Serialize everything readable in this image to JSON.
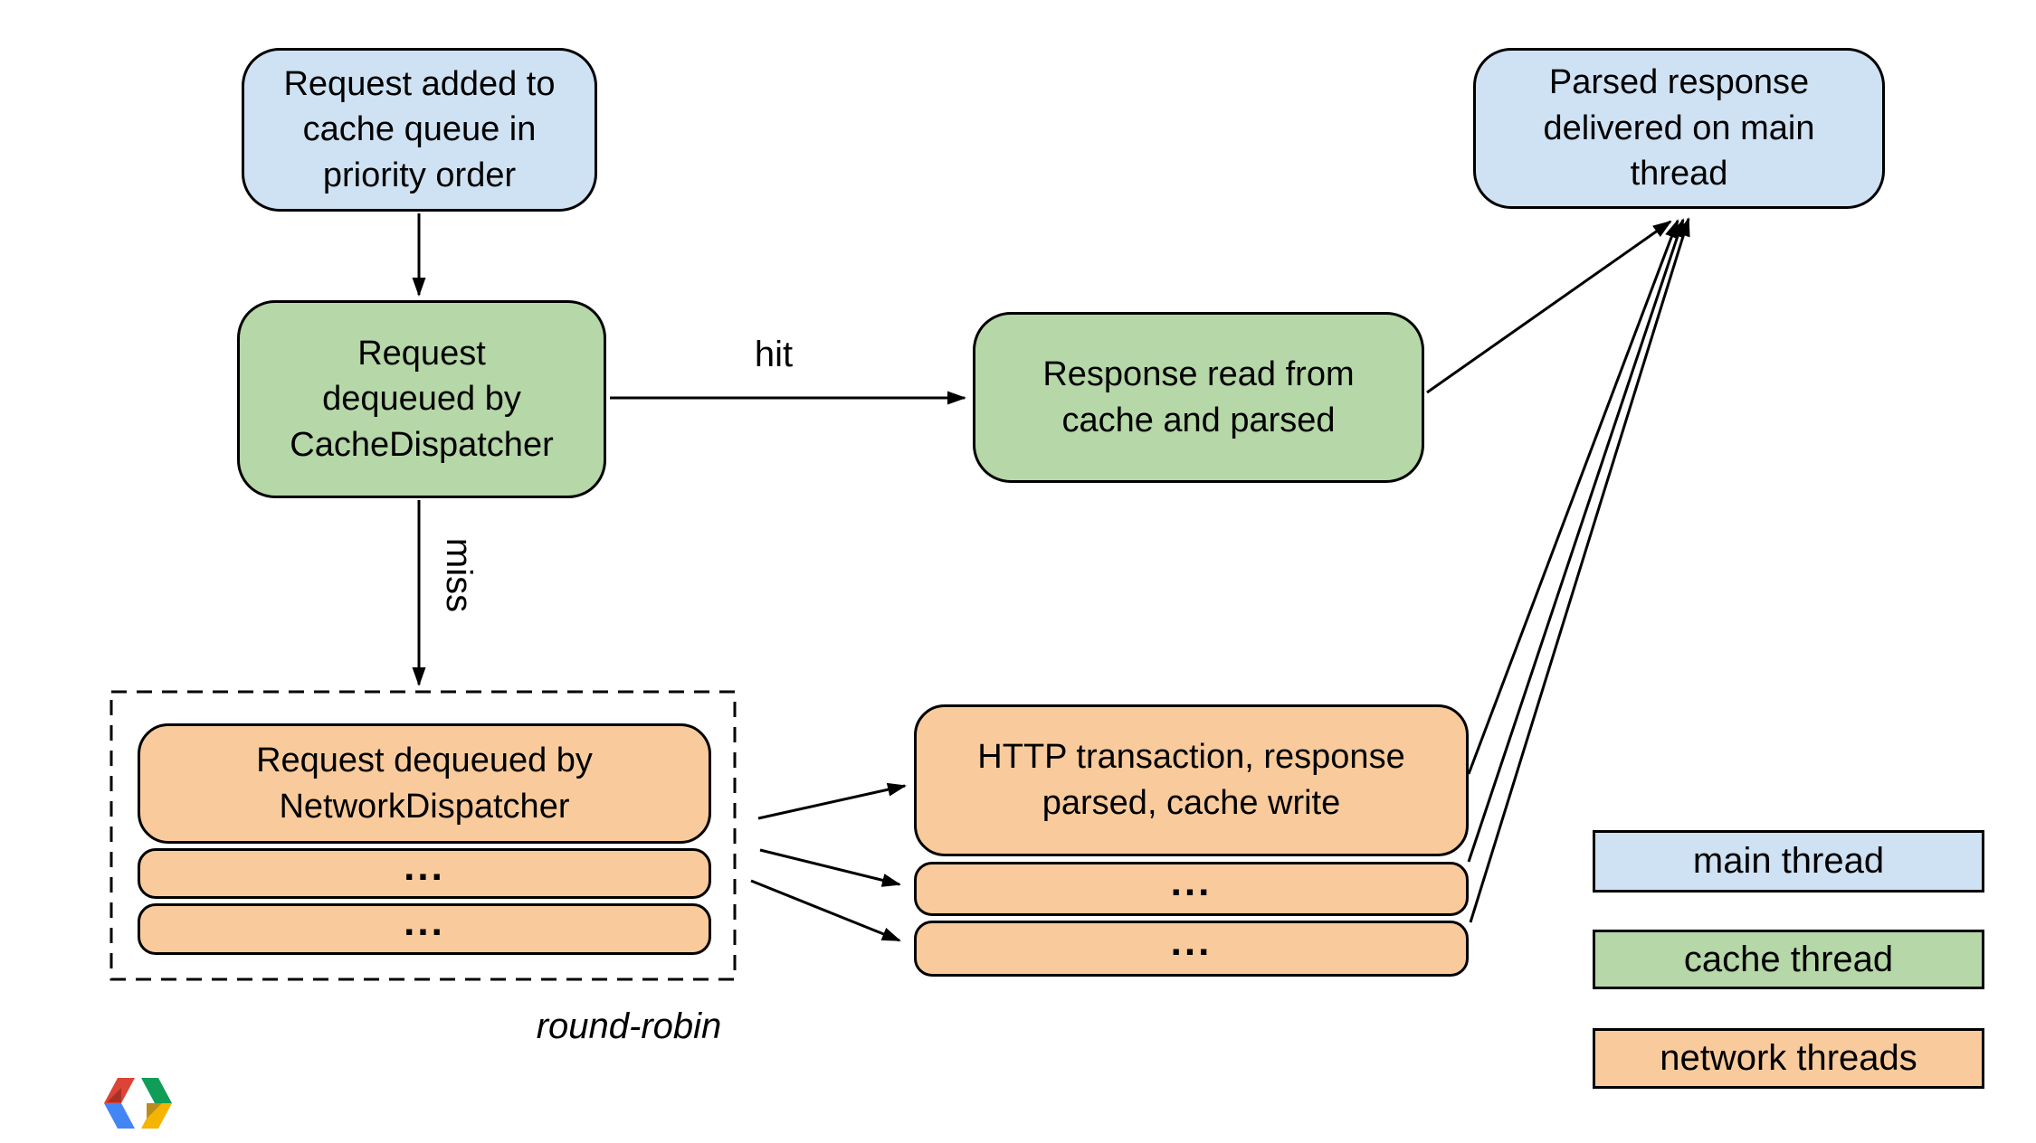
{
  "diagram": {
    "nodes": {
      "request_added": {
        "label": "Request added to\ncache queue in\npriority order",
        "thread": "main"
      },
      "cache_dequeue": {
        "label": "Request\ndequeued by\nCacheDispatcher",
        "thread": "cache"
      },
      "cache_hit_read": {
        "label": "Response read from\ncache and parsed",
        "thread": "cache"
      },
      "parsed_delivered": {
        "label": "Parsed response\ndelivered on main\nthread",
        "thread": "main"
      },
      "network_dequeue": {
        "label": "Request dequeued by\nNetworkDispatcher",
        "thread": "network"
      },
      "network_dequeue_more_1": {
        "label": "...",
        "thread": "network"
      },
      "network_dequeue_more_2": {
        "label": "...",
        "thread": "network"
      },
      "http_transaction": {
        "label": "HTTP transaction, response\nparsed, cache write",
        "thread": "network"
      },
      "http_transaction_more_1": {
        "label": "...",
        "thread": "network"
      },
      "http_transaction_more_2": {
        "label": "...",
        "thread": "network"
      }
    },
    "edge_labels": {
      "hit": "hit",
      "miss": "miss"
    },
    "annotations": {
      "round_robin": "round-robin"
    },
    "legend": [
      {
        "label": "main thread",
        "color": "#cfe2f3"
      },
      {
        "label": "cache thread",
        "color": "#b6d7a8"
      },
      {
        "label": "network threads",
        "color": "#f9cb9c"
      }
    ],
    "colors": {
      "main_thread": "#cfe2f3",
      "cache_thread": "#b6d7a8",
      "network_threads": "#f9cb9c",
      "outline": "#000000",
      "background": "#ffffff"
    },
    "logo": {
      "name": "google-developers-logo",
      "red": "#DB4437",
      "dark_red": "#A93226",
      "blue": "#4285F4",
      "green": "#0F9D58",
      "yellow": "#F4B400",
      "dark_yellow": "#BA8B20"
    }
  }
}
